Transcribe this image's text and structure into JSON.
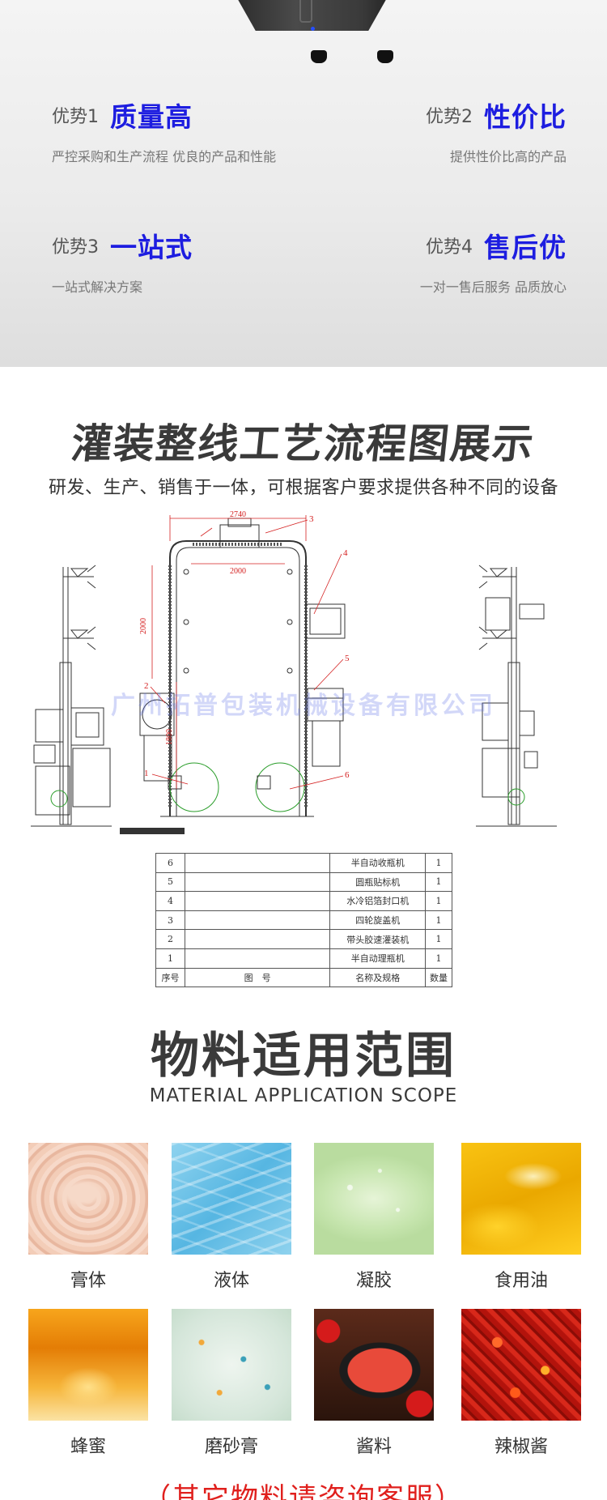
{
  "advantages": [
    {
      "label": "优势1",
      "title": "质量高",
      "desc": "严控采购和生产流程 优良的产品和性能"
    },
    {
      "label": "优势2",
      "title": "性价比",
      "desc": "提供性价比高的产品"
    },
    {
      "label": "优势3",
      "title": "一站式",
      "desc": "一站式解决方案"
    },
    {
      "label": "优势4",
      "title": "售后优",
      "desc": "一对一售后服务 品质放心"
    }
  ],
  "flow": {
    "title": "灌装整线工艺流程图展示",
    "subtitle": "研发、生产、销售于一体，可根据客户要求提供各种不同的设备",
    "watermark": "广州拓普包装机械设备有限公司",
    "dimensions": [
      "2740",
      "2000",
      "2000",
      "1800"
    ],
    "callouts": [
      "1",
      "2",
      "3",
      "4",
      "5",
      "6"
    ]
  },
  "parts_table": {
    "header": {
      "no": "序号",
      "drawing": "图　号",
      "name": "名称及规格",
      "qty": "数量"
    },
    "rows": [
      {
        "no": "6",
        "name": "半自动收瓶机",
        "qty": "1"
      },
      {
        "no": "5",
        "name": "圆瓶贴标机",
        "qty": "1"
      },
      {
        "no": "4",
        "name": "水冷铝箔封口机",
        "qty": "1"
      },
      {
        "no": "3",
        "name": "四轮旋盖机",
        "qty": "1"
      },
      {
        "no": "2",
        "name": "带头胶速灌装机",
        "qty": "1"
      },
      {
        "no": "1",
        "name": "半自动理瓶机",
        "qty": "1"
      }
    ]
  },
  "materials": {
    "title": "物料适用范围",
    "subtitle": "MATERIAL APPLICATION SCOPE",
    "items": [
      {
        "label": "膏体"
      },
      {
        "label": "液体"
      },
      {
        "label": "凝胶"
      },
      {
        "label": "食用油"
      },
      {
        "label": "蜂蜜"
      },
      {
        "label": "磨砂膏"
      },
      {
        "label": "酱料"
      },
      {
        "label": "辣椒酱"
      }
    ],
    "note": "（其它物料请咨询客服）"
  }
}
